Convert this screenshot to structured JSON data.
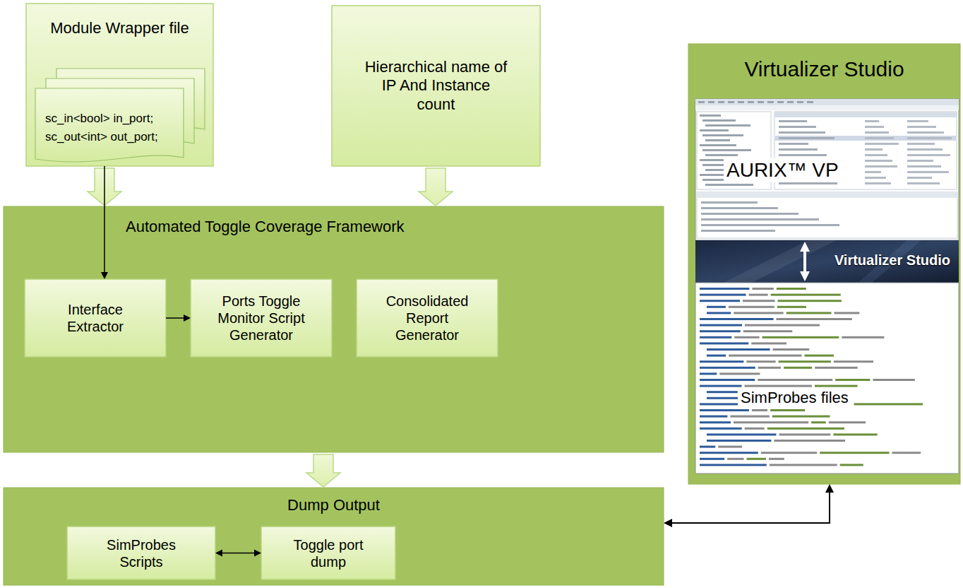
{
  "diagram": {
    "nodes": [
      {
        "text": [
          "Module Wrapper file"
        ]
      },
      {
        "text": [
          "sc_in<bool> in_port; sc_out<int> out_port;"
        ],
        "in": 0
      },
      {
        "text": [
          "Hierarchical name of IP And Instance count"
        ]
      },
      {
        "text": [
          "Virtualizer Studio"
        ]
      },
      {
        "text": [
          "AURIX™ VP"
        ],
        "in": 3
      },
      {
        "text": [
          "Virtualizer Studio"
        ],
        "in": 3
      },
      {
        "text": [
          "SimProbes files"
        ],
        "in": 3
      },
      {
        "text": [
          "Automated Toggle Coverage Framework"
        ]
      },
      {
        "text": [
          "Interface Extractor"
        ],
        "in": 7
      },
      {
        "text": [
          "Ports Toggle Monitor Script Generator"
        ],
        "in": 7
      },
      {
        "text": [
          "Consolidated Report Generator"
        ],
        "in": 7
      },
      {
        "text": [
          "Dump Output"
        ]
      },
      {
        "text": [
          "SimProbes Scripts"
        ],
        "in": 11
      },
      {
        "text": [
          "Toggle port dump"
        ],
        "in": 11
      }
    ],
    "edges": [
      {
        "from": 0,
        "to": 7,
        "arrow": "to"
      },
      {
        "from": 0,
        "to": 8,
        "arrow": "to"
      },
      {
        "from": 2,
        "to": 7,
        "arrow": "to"
      },
      {
        "from": 8,
        "to": 9,
        "arrow": "to"
      },
      {
        "from": 7,
        "to": 11,
        "arrow": "to"
      },
      {
        "from": 12,
        "to": 13,
        "arrow": "both"
      },
      {
        "from": 11,
        "to": 3,
        "arrow": "both"
      },
      {
        "from": 4,
        "to": 6,
        "arrow": "both"
      }
    ]
  }
}
